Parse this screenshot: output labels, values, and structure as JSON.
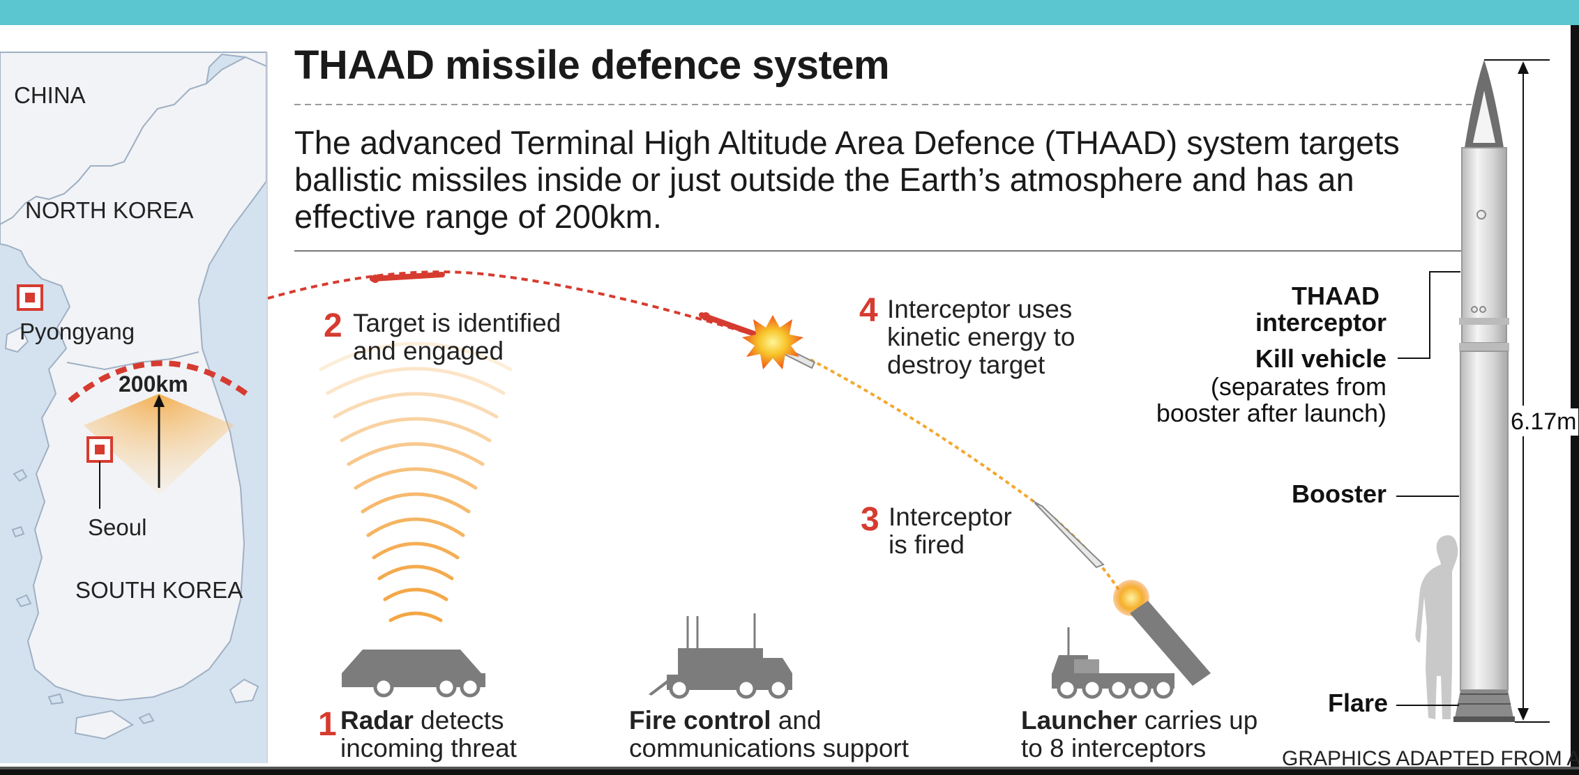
{
  "colors": {
    "top_bar": "#5cc6d0",
    "background": "#ffffff",
    "map_sea": "#d4e1ef",
    "map_land": "#f2f3f6",
    "accent_red": "#d63b2f",
    "radar_orange": "#f3a13a",
    "interceptor_path": "#f2a830",
    "vehicle_grey": "#7c7c7c",
    "missile_silver": "#d8d8d8"
  },
  "title": "THAAD missile defence system",
  "intro": "The advanced Terminal High Altitude Area Defence (THAAD) system targets ballistic missiles inside or just outside the Earth’s atmosphere and has an effective range of 200km.",
  "map": {
    "labels": {
      "china": "CHINA",
      "north_korea": "NORTH KOREA",
      "pyongyang": "Pyongyang",
      "seoul": "Seoul",
      "south_korea": "SOUTH KOREA",
      "range": "200km"
    }
  },
  "steps": {
    "s1": {
      "num": "1",
      "bold": "Radar",
      "text_a": " detects",
      "text_b": "incoming threat"
    },
    "s2": {
      "num": "2",
      "line1": "Target is identified",
      "line2": "and engaged"
    },
    "s3": {
      "num": "3",
      "line1": "Interceptor",
      "line2": "is fired"
    },
    "s4": {
      "num": "4",
      "line1": "Interceptor uses",
      "line2": "kinetic energy to",
      "line3": "destroy target"
    },
    "fire_control": {
      "bold": "Fire control",
      "text_a": " and",
      "text_b": "communications support"
    },
    "launcher": {
      "bold": "Launcher",
      "text_a": " carries up",
      "text_b": "to 8 interceptors"
    }
  },
  "interceptor_parts": {
    "thaad_line1": "THAAD",
    "thaad_line2": "interceptor",
    "kill_vehicle": "Kill vehicle",
    "kill_vehicle_note1": "(separates from",
    "kill_vehicle_note2": "booster after launch)",
    "booster": "Booster",
    "flare": "Flare",
    "height": "6.17m"
  },
  "credit": "GRAPHICS ADAPTED FROM AFP"
}
